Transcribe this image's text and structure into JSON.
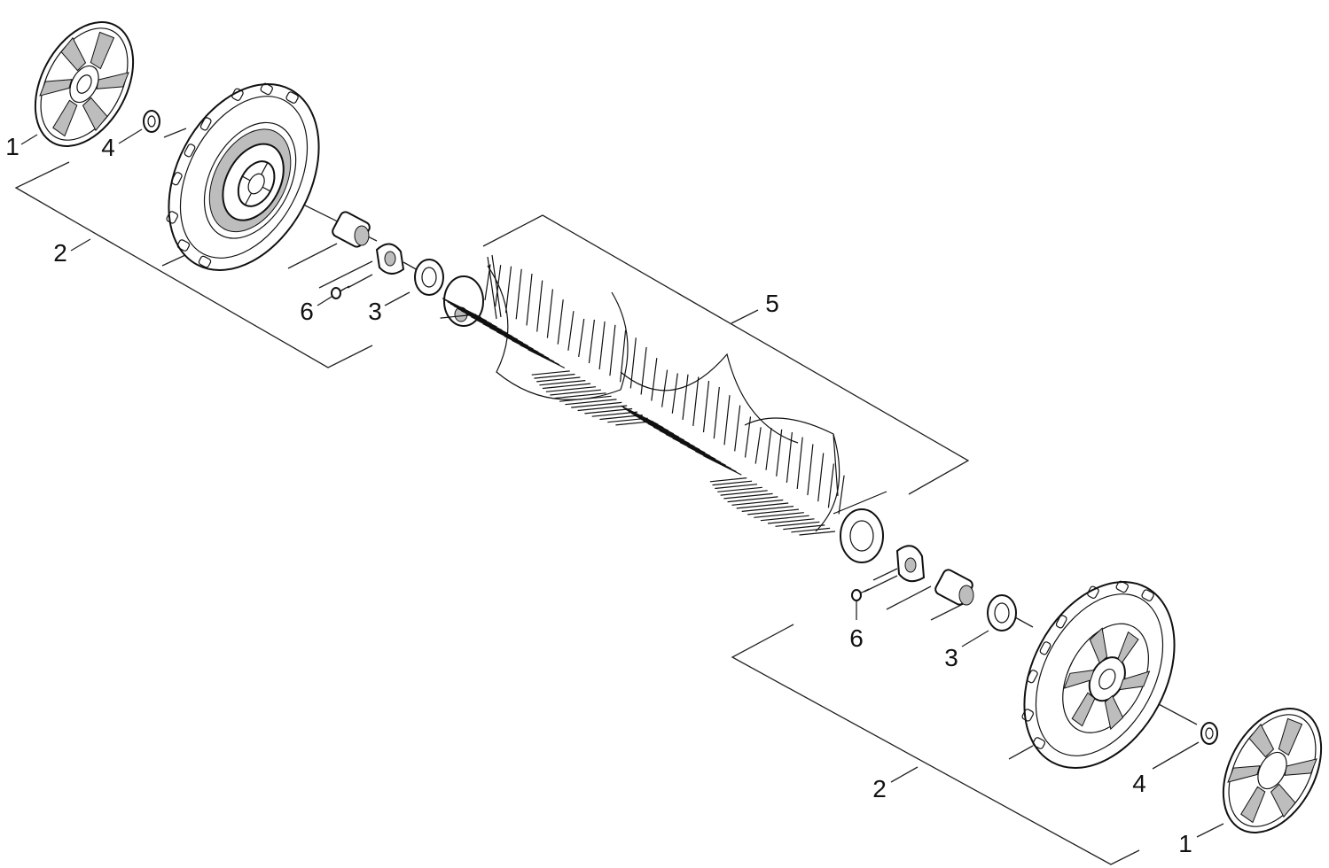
{
  "diagram": {
    "callouts": [
      {
        "id": "c1a",
        "text": "1"
      },
      {
        "id": "c4a",
        "text": "4"
      },
      {
        "id": "c2a",
        "text": "2"
      },
      {
        "id": "c6a",
        "text": "6"
      },
      {
        "id": "c3a",
        "text": "3"
      },
      {
        "id": "c5",
        "text": "5"
      },
      {
        "id": "c6b",
        "text": "6"
      },
      {
        "id": "c3b",
        "text": "3"
      },
      {
        "id": "c2b",
        "text": "2"
      },
      {
        "id": "c4b",
        "text": "4"
      },
      {
        "id": "c1b",
        "text": "1"
      }
    ]
  }
}
